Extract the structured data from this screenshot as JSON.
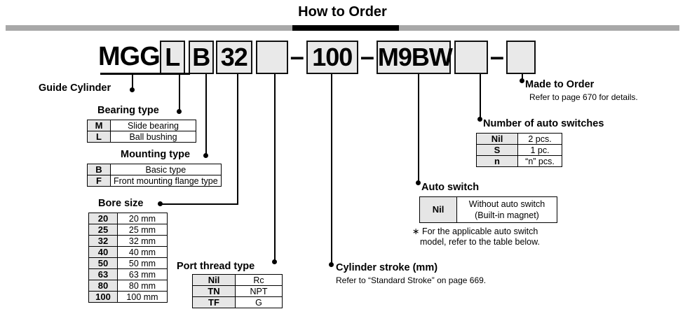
{
  "header": {
    "title": "How to Order",
    "rule_color": "#a8a8a8",
    "accent_color": "#000000"
  },
  "part_number": {
    "prefix": "MGG",
    "segments": [
      {
        "name": "bearing-type",
        "value": "L",
        "width": 36
      },
      {
        "name": "mounting-type",
        "value": "B",
        "width": 36
      },
      {
        "name": "bore-size",
        "value": "32",
        "width": 52
      },
      {
        "name": "port-thread-type",
        "value": "",
        "width": 46
      },
      {
        "name": "cylinder-stroke",
        "value": "100",
        "width": 74
      },
      {
        "name": "auto-switch",
        "value": "M9BW",
        "width": 106
      },
      {
        "name": "number-of-auto-switches",
        "value": "",
        "width": 48
      },
      {
        "name": "made-to-order",
        "value": "",
        "width": 42
      }
    ],
    "dash": "–"
  },
  "callouts": {
    "guide_cylinder": {
      "label": "Guide Cylinder"
    },
    "bearing_type": {
      "label": "Bearing type",
      "rows": [
        {
          "code": "M",
          "desc": "Slide bearing"
        },
        {
          "code": "L",
          "desc": "Ball bushing"
        }
      ]
    },
    "mounting_type": {
      "label": "Mounting type",
      "rows": [
        {
          "code": "B",
          "desc": "Basic type"
        },
        {
          "code": "F",
          "desc": "Front mounting flange type"
        }
      ]
    },
    "bore_size": {
      "label": "Bore size",
      "rows": [
        {
          "code": "20",
          "desc": "20 mm"
        },
        {
          "code": "25",
          "desc": "25 mm"
        },
        {
          "code": "32",
          "desc": "32 mm"
        },
        {
          "code": "40",
          "desc": "40 mm"
        },
        {
          "code": "50",
          "desc": "50 mm"
        },
        {
          "code": "63",
          "desc": "63 mm"
        },
        {
          "code": "80",
          "desc": "80 mm"
        },
        {
          "code": "100",
          "desc": "100 mm"
        }
      ]
    },
    "port_thread_type": {
      "label": "Port thread type",
      "rows": [
        {
          "code": "Nil",
          "desc": "Rc"
        },
        {
          "code": "TN",
          "desc": "NPT"
        },
        {
          "code": "TF",
          "desc": "G"
        }
      ]
    },
    "cylinder_stroke": {
      "label": "Cylinder stroke (mm)",
      "note": "Refer to “Standard Stroke” on page 669."
    },
    "auto_switch": {
      "label": "Auto switch",
      "rows": [
        {
          "code": "Nil",
          "desc_line1": "Without auto switch",
          "desc_line2": "(Built-in magnet)"
        }
      ],
      "footnote_line1": "∗ For the applicable auto switch",
      "footnote_line2": "model, refer to the table below."
    },
    "number_of_auto_switches": {
      "label": "Number of auto switches",
      "rows": [
        {
          "code": "Nil",
          "desc": "2 pcs."
        },
        {
          "code": "S",
          "desc": "1 pc."
        },
        {
          "code": "n",
          "desc": "“n” pcs."
        }
      ]
    },
    "made_to_order": {
      "label": "Made to Order",
      "note": "Refer to page 670 for details."
    }
  }
}
